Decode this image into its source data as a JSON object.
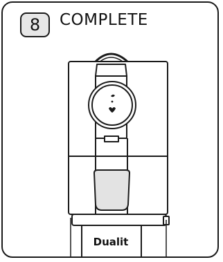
{
  "step": {
    "number": "8",
    "title": "COMPLETE"
  },
  "machine": {
    "brand": "Dualit"
  },
  "colors": {
    "outline": "#1a1a1a",
    "badge_fill": "#e6e6e6",
    "cup_fill": "#e3e3e3"
  }
}
